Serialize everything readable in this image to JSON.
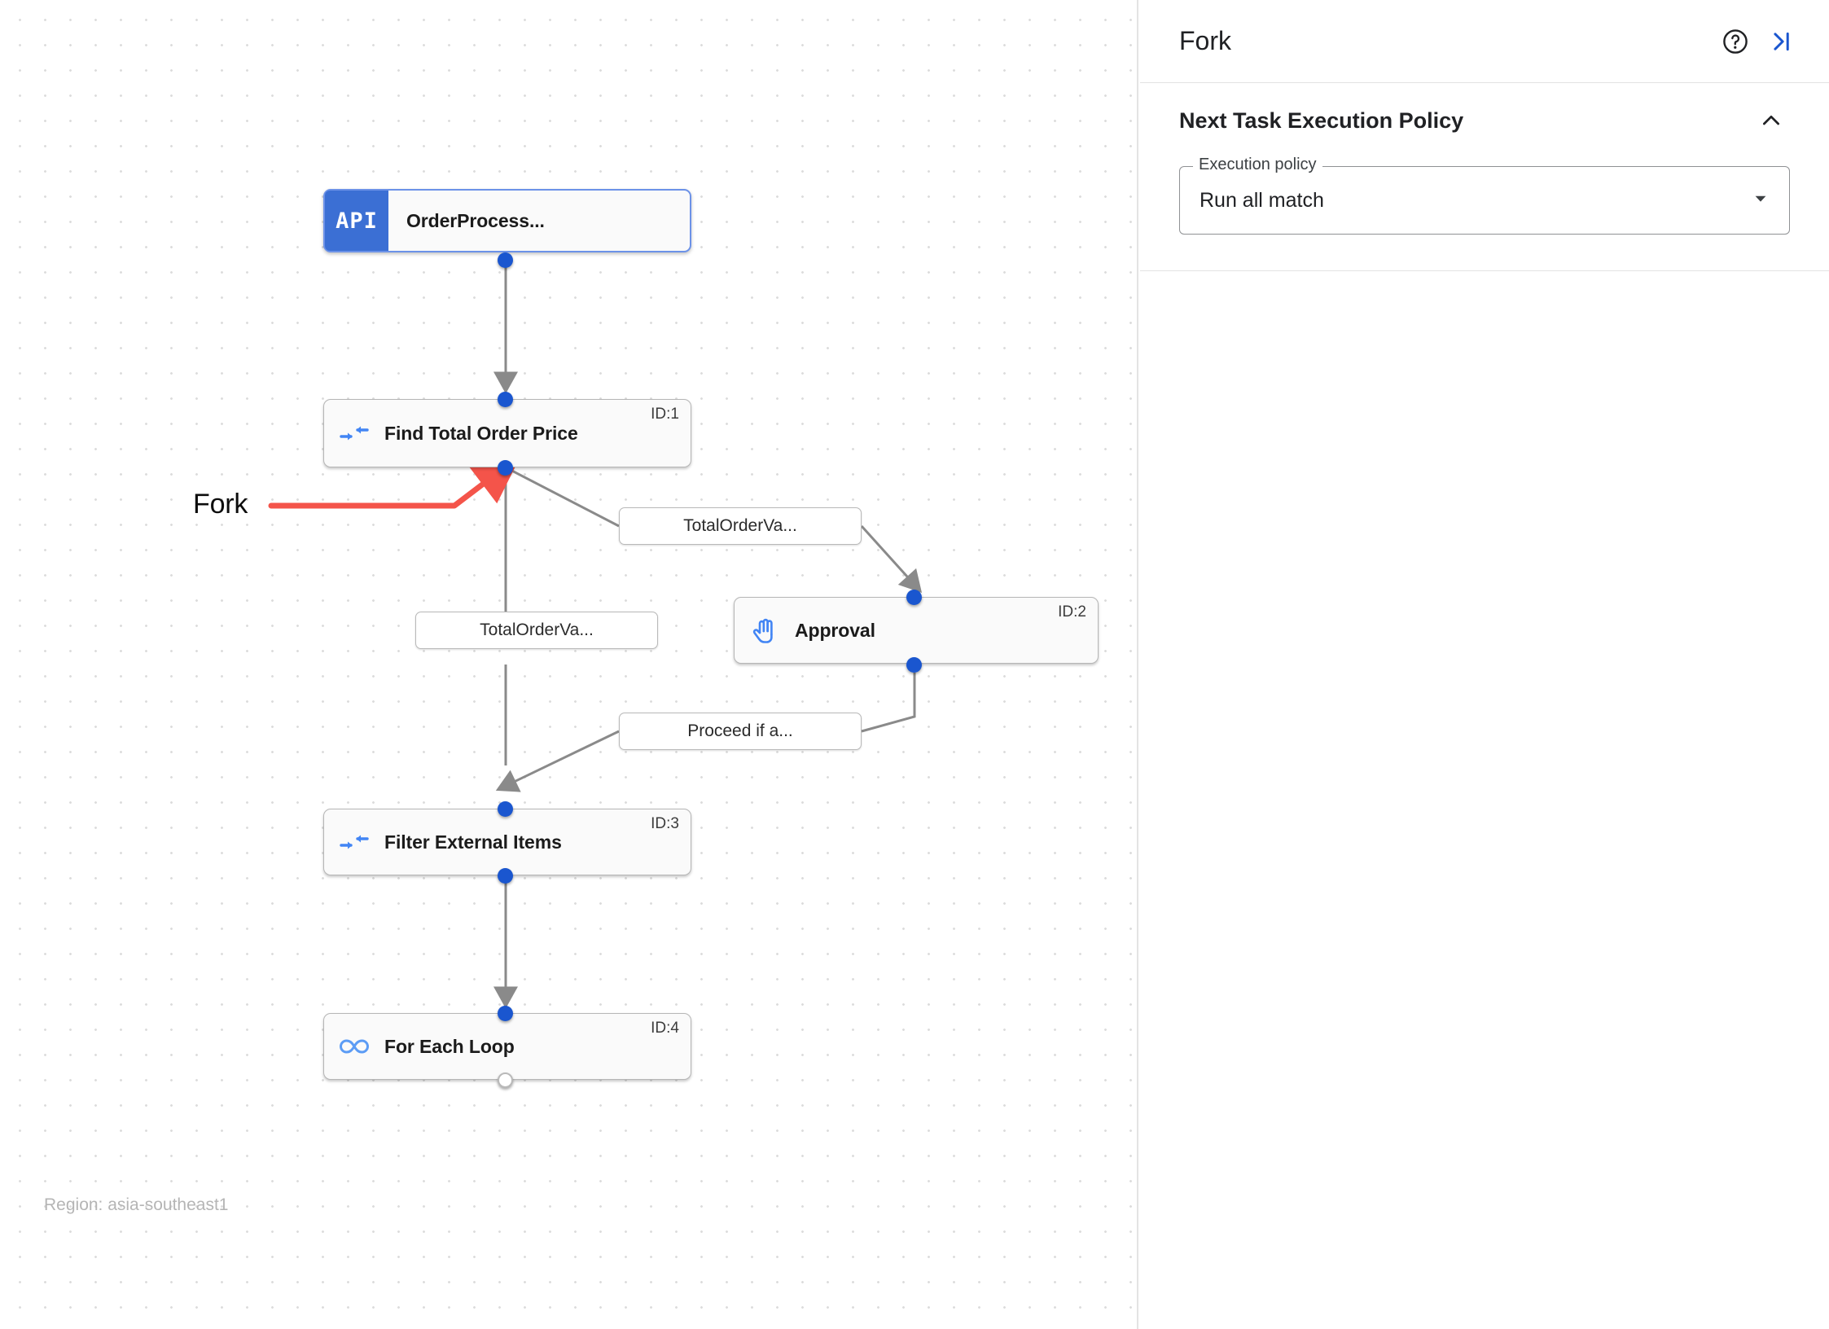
{
  "canvas": {
    "region_label": "Region: asia-southeast1",
    "annotation": {
      "label": "Fork",
      "color": "#f4544a"
    },
    "accent_port_color": "#1a56cf",
    "nodes": [
      {
        "id": "api",
        "title": "OrderProcess...",
        "badge": "API",
        "icon": "api-badge",
        "id_label": "",
        "selected": true
      },
      {
        "id": "task1",
        "title": "Find Total Order Price",
        "icon": "merge-arrows-icon",
        "id_label": "ID:1",
        "selected": false
      },
      {
        "id": "task2",
        "title": "Approval",
        "icon": "raised-hand-icon",
        "id_label": "ID:2",
        "selected": false
      },
      {
        "id": "task3",
        "title": "Filter External Items",
        "icon": "merge-arrows-icon",
        "id_label": "ID:3",
        "selected": false
      },
      {
        "id": "task4",
        "title": "For Each Loop",
        "icon": "infinity-icon",
        "id_label": "ID:4",
        "selected": false
      }
    ],
    "edge_labels": [
      {
        "id": "edge-to-approval",
        "text": "TotalOrderVa..."
      },
      {
        "id": "edge-direct",
        "text": "TotalOrderVa..."
      },
      {
        "id": "edge-proceed",
        "text": "Proceed if a..."
      }
    ]
  },
  "panel": {
    "title": "Fork",
    "help_icon": "help-circle-icon",
    "collapse_icon": "collapse-panel-right-icon",
    "section": {
      "title": "Next Task Execution Policy",
      "toggle_icon": "chevron-up-icon",
      "field": {
        "label": "Execution policy",
        "value": "Run all match",
        "dropdown_icon": "chevron-down-icon"
      }
    }
  }
}
